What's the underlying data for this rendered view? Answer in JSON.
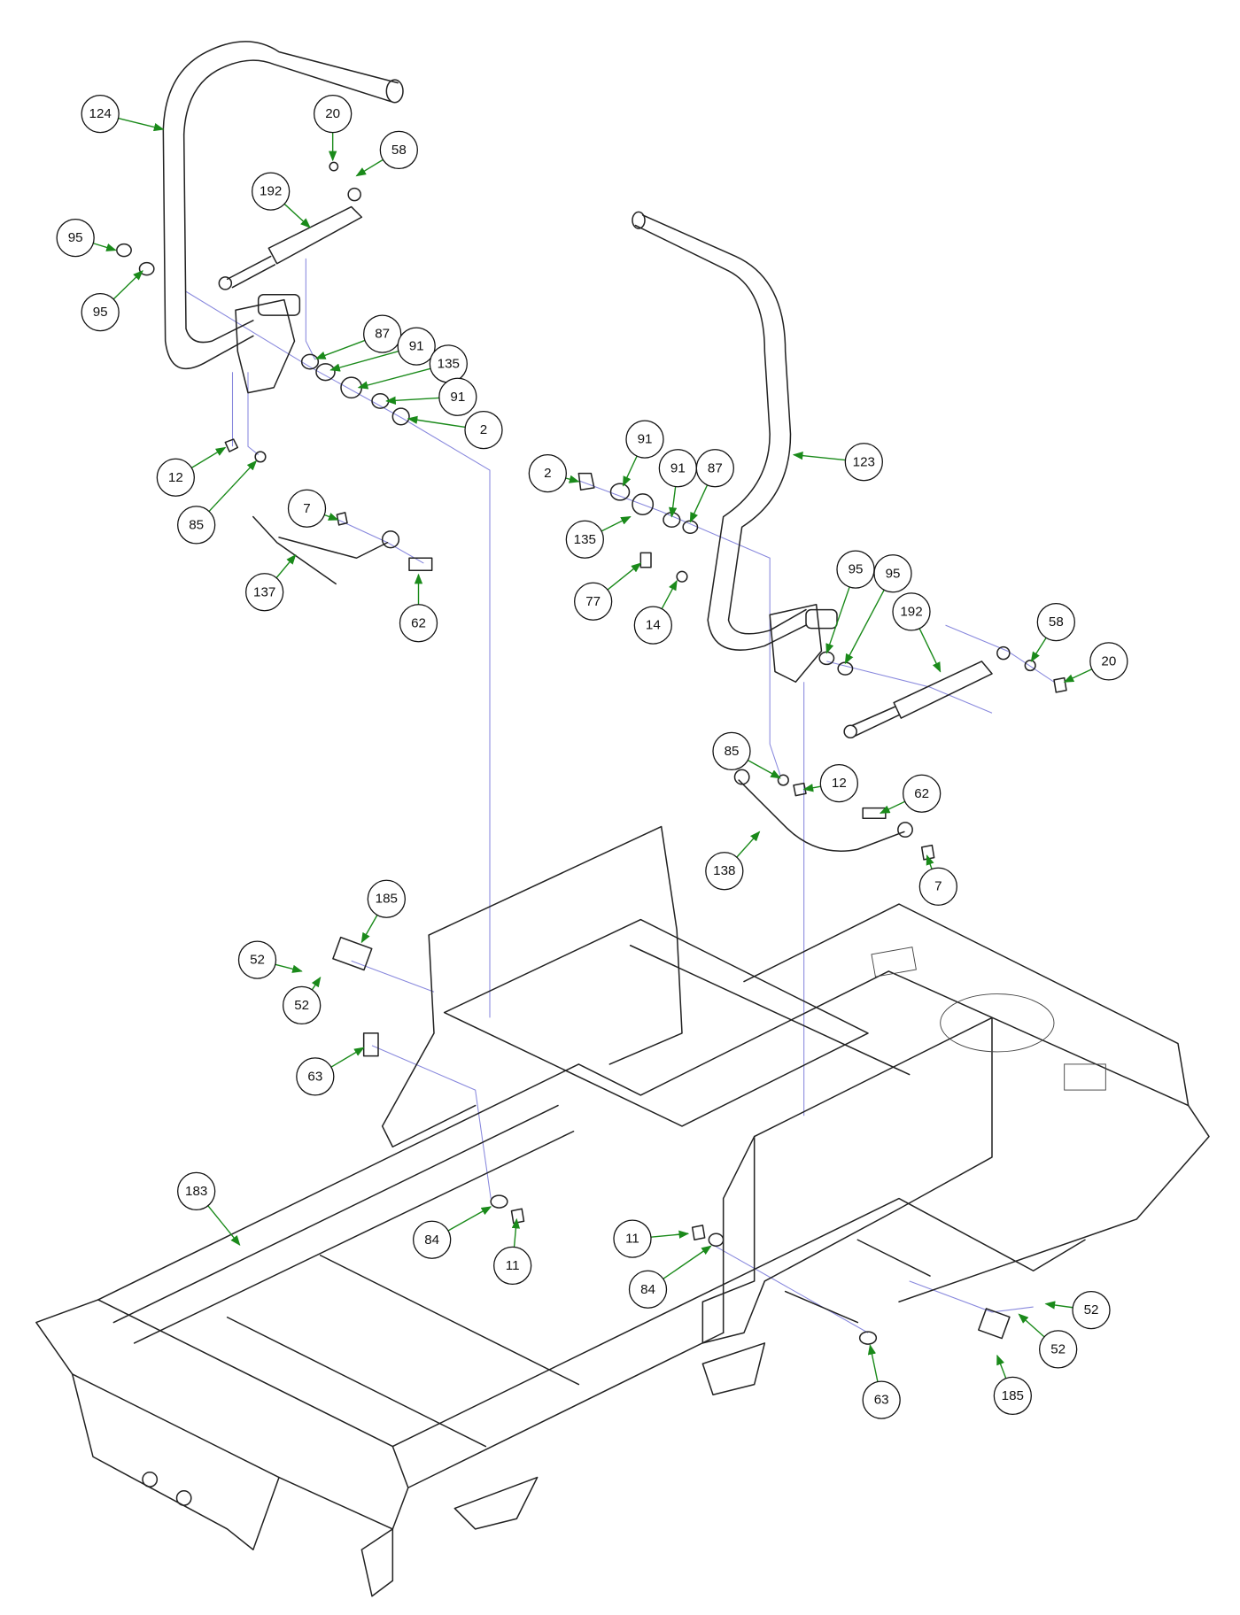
{
  "diagram": {
    "type": "exploded parts diagram",
    "leader_color": "#1a8a1a",
    "guide_line_color": "#8888dd",
    "callouts": [
      {
        "label": "124"
      },
      {
        "label": "20"
      },
      {
        "label": "58"
      },
      {
        "label": "192"
      },
      {
        "label": "95"
      },
      {
        "label": "95"
      },
      {
        "label": "87"
      },
      {
        "label": "91"
      },
      {
        "label": "135"
      },
      {
        "label": "91"
      },
      {
        "label": "2"
      },
      {
        "label": "12"
      },
      {
        "label": "85"
      },
      {
        "label": "7"
      },
      {
        "label": "137"
      },
      {
        "label": "62"
      },
      {
        "label": "2"
      },
      {
        "label": "91"
      },
      {
        "label": "91"
      },
      {
        "label": "87"
      },
      {
        "label": "135"
      },
      {
        "label": "77"
      },
      {
        "label": "14"
      },
      {
        "label": "123"
      },
      {
        "label": "95"
      },
      {
        "label": "95"
      },
      {
        "label": "192"
      },
      {
        "label": "58"
      },
      {
        "label": "20"
      },
      {
        "label": "85"
      },
      {
        "label": "12"
      },
      {
        "label": "62"
      },
      {
        "label": "7"
      },
      {
        "label": "138"
      },
      {
        "label": "185"
      },
      {
        "label": "52"
      },
      {
        "label": "52"
      },
      {
        "label": "63"
      },
      {
        "label": "183"
      },
      {
        "label": "84"
      },
      {
        "label": "11"
      },
      {
        "label": "11"
      },
      {
        "label": "84"
      },
      {
        "label": "63"
      },
      {
        "label": "52"
      },
      {
        "label": "52"
      },
      {
        "label": "185"
      }
    ]
  }
}
